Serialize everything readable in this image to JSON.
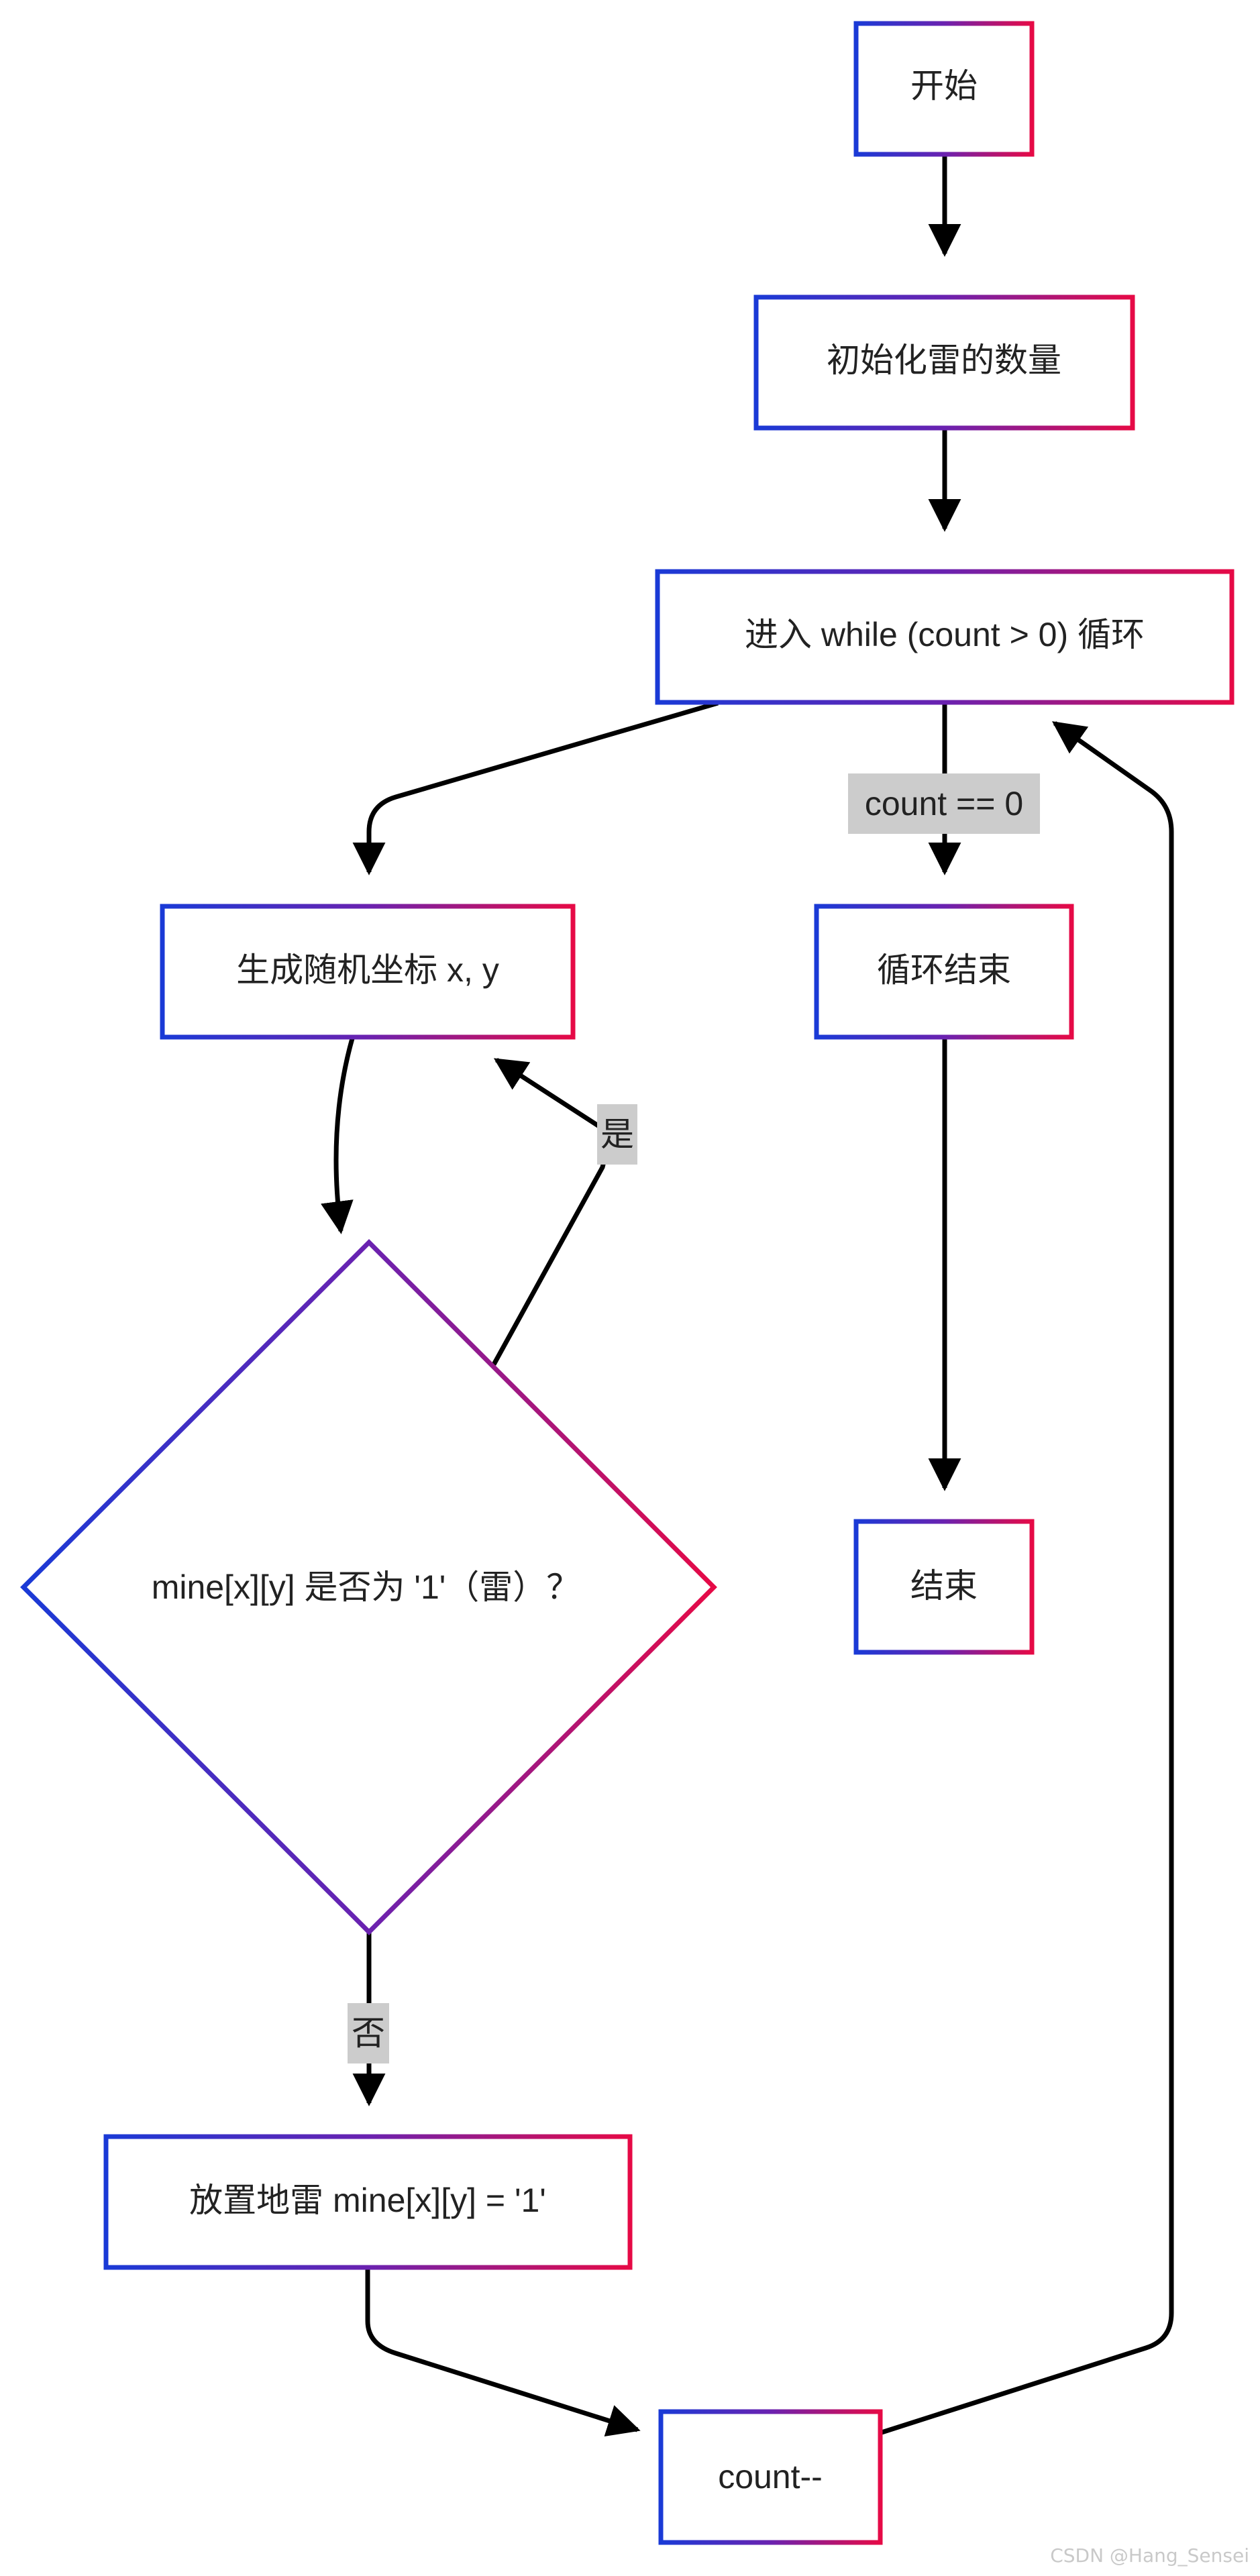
{
  "nodes": {
    "start": "开始",
    "init": "初始化雷的数量",
    "loop": "进入 while (count > 0) 循环",
    "gen": "生成随机坐标 x, y",
    "check": "mine[x][y] 是否为 '1'（雷）？",
    "place": "放置地雷 mine[x][y] = '1'",
    "decrement": "count--",
    "loop_end": "循环结束",
    "end": "结束"
  },
  "edge_labels": {
    "count_zero": "count == 0",
    "yes": "是",
    "no": "否"
  },
  "watermark": "CSDN @Hang_Sensei",
  "colors": {
    "gradient_start": "#1a3ad6",
    "gradient_mid": "#6a22b0",
    "gradient_end": "#e60a46",
    "arrow": "#000000",
    "label_bg": "#cccccc"
  }
}
